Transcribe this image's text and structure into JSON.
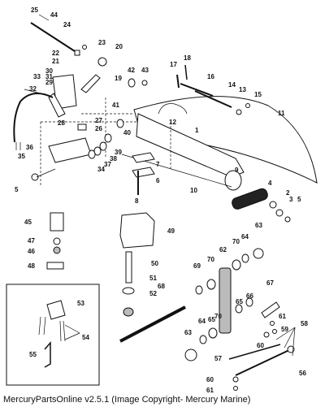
{
  "caption": "MercuryPartsOnline v2.5.1 (Image Copyright- Mercury Marine)",
  "callouts": {
    "c1": "1",
    "c2": "2",
    "c3": "3",
    "c4": "4",
    "c5": "5",
    "c6": "6",
    "c7": "7",
    "c8": "8",
    "c9": "9",
    "c10": "10",
    "c11": "11",
    "c12": "12",
    "c13": "13",
    "c14": "14",
    "c15": "15",
    "c16": "16",
    "c17": "17",
    "c18": "18",
    "c19": "19",
    "c20": "20",
    "c21": "21",
    "c22": "22",
    "c23": "23",
    "c24": "24",
    "c25": "25",
    "c26": "26",
    "c27": "27",
    "c28": "28",
    "c29": "29",
    "c30": "30",
    "c31": "31",
    "c32": "32",
    "c33": "33",
    "c34": "34",
    "c35": "35",
    "c36": "36",
    "c37": "37",
    "c38": "38",
    "c39": "39",
    "c40": "40",
    "c41": "41",
    "c42": "42",
    "c43": "43",
    "c44": "44",
    "c45": "45",
    "c46": "46",
    "c47": "47",
    "c48": "48",
    "c49": "49",
    "c50": "50",
    "c51": "51",
    "c52": "52",
    "c53": "53",
    "c54": "54",
    "c55": "55",
    "c56": "56",
    "c57": "57",
    "c58": "58",
    "c59": "59",
    "c60": "60",
    "c61": "61",
    "c62": "62",
    "c63": "63",
    "c64": "64",
    "c65": "65",
    "c66": "66",
    "c67": "67",
    "c68": "68",
    "c69": "69",
    "c70": "70"
  }
}
